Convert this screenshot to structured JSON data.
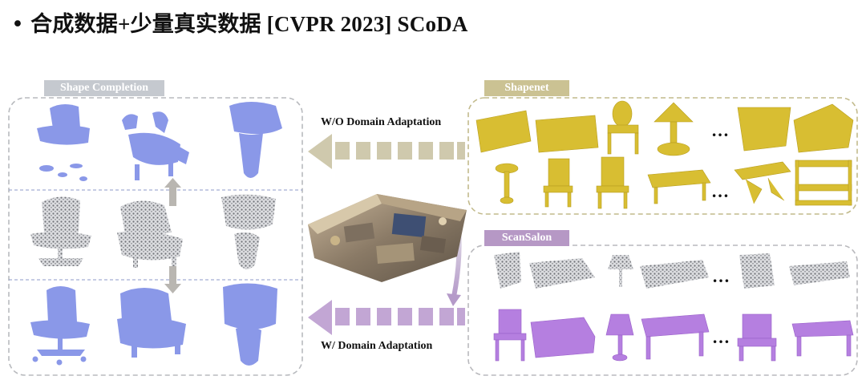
{
  "header": {
    "bullet": "•",
    "title": "合成数据+少量真实数据  [CVPR 2023] SCoDA"
  },
  "panels": {
    "completion": {
      "label": "Shape Completion",
      "color": "#c5c9cf"
    },
    "shapenet": {
      "label": "Shapenet",
      "color": "#cbc293"
    },
    "scansalon": {
      "label": "ScanSalon",
      "color": "#b698c5"
    }
  },
  "arrows": {
    "top": {
      "label": "W/O Domain Adaptation",
      "color": "#cfc9ad"
    },
    "bottom": {
      "label": "W/ Domain Adaptation",
      "color": "#c2a6d4"
    }
  },
  "ellipsis": "…",
  "colors": {
    "blue_mesh": "#8a98e8",
    "gray_points": "#8f9196",
    "yellow_mesh": "#d8be32",
    "purple_mesh": "#b57fe0"
  }
}
